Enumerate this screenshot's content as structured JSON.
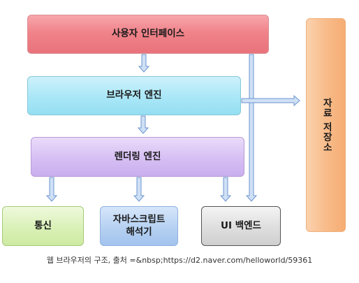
{
  "components": {
    "user_interface": "사용자 인터페이스",
    "browser_engine": "브라우저 엔진",
    "rendering_engine": "렌더링 엔진",
    "networking": "통신",
    "js_interpreter": "자바스크립트\n해석기",
    "ui_backend": "UI 백엔드",
    "data_storage": "자료 저장소"
  },
  "caption": "웹 브라우저의 구조, 출처 =&nbsp;https://d2.naver.com/helloworld/59361",
  "colors": {
    "arrow_fill": "#cfe0f5",
    "arrow_stroke": "#6d96cf"
  }
}
